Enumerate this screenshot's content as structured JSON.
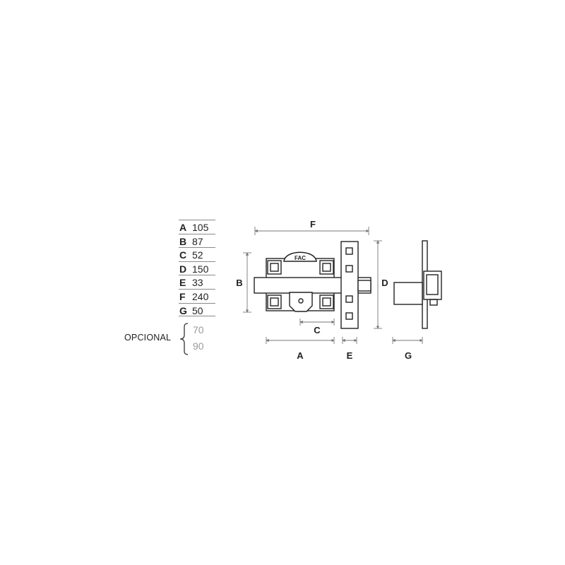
{
  "dimensions": [
    {
      "letter": "A",
      "value": "105"
    },
    {
      "letter": "B",
      "value": "87"
    },
    {
      "letter": "C",
      "value": "52"
    },
    {
      "letter": "D",
      "value": "150"
    },
    {
      "letter": "E",
      "value": "33"
    },
    {
      "letter": "F",
      "value": "240"
    },
    {
      "letter": "G",
      "value": "50"
    }
  ],
  "optional": {
    "label": "OPCIONAL",
    "values": [
      "70",
      "90"
    ]
  },
  "drawing": {
    "brand": "FAC",
    "labels": {
      "A": "A",
      "B": "B",
      "C": "C",
      "D": "D",
      "E": "E",
      "F": "F",
      "G": "G"
    }
  }
}
